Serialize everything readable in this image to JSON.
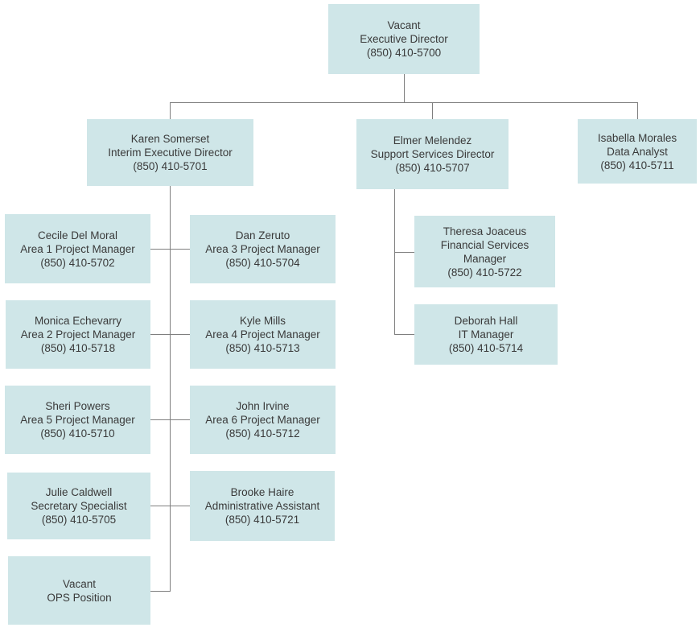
{
  "org_chart": {
    "nodes": [
      {
        "id": "executive-director",
        "name": "Vacant",
        "title": "Executive Director",
        "phone": "(850) 410-5700"
      },
      {
        "id": "interim-executive-director",
        "name": "Karen Somerset",
        "title": "Interim Executive Director",
        "phone": "(850) 410-5701"
      },
      {
        "id": "support-services-director",
        "name": "Elmer Melendez",
        "title": "Support Services Director",
        "phone": "(850) 410-5707"
      },
      {
        "id": "data-analyst",
        "name": "Isabella Morales",
        "title": "Data Analyst",
        "phone": "(850) 410-5711"
      },
      {
        "id": "area-1-project-manager",
        "name": "Cecile Del Moral",
        "title": "Area 1 Project Manager",
        "phone": "(850) 410-5702"
      },
      {
        "id": "area-3-project-manager",
        "name": "Dan Zeruto",
        "title": "Area 3 Project Manager",
        "phone": "(850) 410-5704"
      },
      {
        "id": "area-2-project-manager",
        "name": "Monica Echevarry",
        "title": "Area 2 Project Manager",
        "phone": "(850) 410-5718"
      },
      {
        "id": "area-4-project-manager",
        "name": "Kyle Mills",
        "title": "Area 4 Project Manager",
        "phone": "(850) 410-5713"
      },
      {
        "id": "area-5-project-manager",
        "name": "Sheri Powers",
        "title": "Area 5 Project Manager",
        "phone": "(850) 410-5710"
      },
      {
        "id": "area-6-project-manager",
        "name": "John Irvine",
        "title": "Area 6 Project Manager",
        "phone": "(850) 410-5712"
      },
      {
        "id": "secretary-specialist",
        "name": "Julie Caldwell",
        "title": "Secretary Specialist",
        "phone": "(850) 410-5705"
      },
      {
        "id": "administrative-assistant",
        "name": "Brooke Haire",
        "title": "Administrative Assistant",
        "phone": "(850) 410-5721"
      },
      {
        "id": "ops-position",
        "name": "Vacant",
        "title": "OPS Position",
        "phone": ""
      },
      {
        "id": "financial-services-manager",
        "name": "Theresa Joaceus",
        "title": "Financial Services Manager",
        "phone": "(850) 410-5722"
      },
      {
        "id": "it-manager",
        "name": "Deborah Hall",
        "title": "IT Manager",
        "phone": "(850) 410-5714"
      }
    ],
    "colors": {
      "box_fill": "#cfe6e8",
      "connector": "#7f7f7f",
      "text": "#3a3a3a"
    }
  }
}
